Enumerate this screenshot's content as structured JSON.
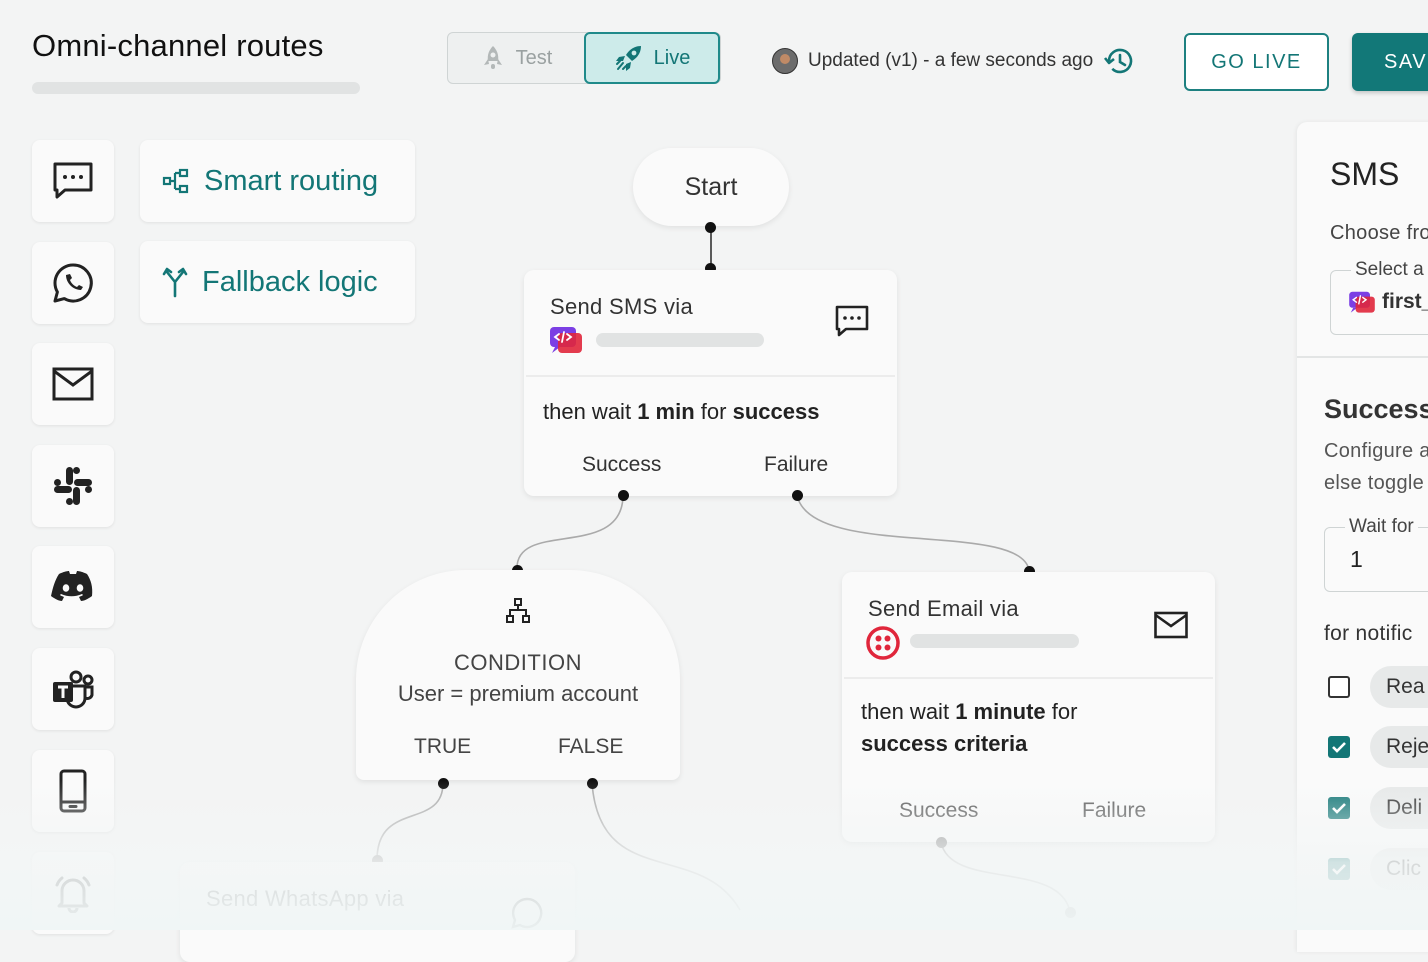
{
  "header": {
    "title": "Omni-channel routes",
    "mode_toggle": {
      "test_label": "Test",
      "live_label": "Live",
      "active": "Live"
    },
    "updated_text": "Updated (v1) - a few seconds ago",
    "go_live_label": "GO LIVE",
    "save_label": "SAVE"
  },
  "channels": [
    {
      "name": "sms",
      "icon": "sms-icon"
    },
    {
      "name": "whatsapp",
      "icon": "whatsapp-icon"
    },
    {
      "name": "email",
      "icon": "email-icon"
    },
    {
      "name": "slack",
      "icon": "slack-icon"
    },
    {
      "name": "discord",
      "icon": "discord-icon"
    },
    {
      "name": "teams",
      "icon": "teams-icon"
    },
    {
      "name": "push",
      "icon": "mobile-icon"
    },
    {
      "name": "in-app",
      "icon": "bell-icon"
    }
  ],
  "features": [
    {
      "label": "Smart routing",
      "icon": "routing-icon"
    },
    {
      "label": "Fallback logic",
      "icon": "fallback-icon"
    }
  ],
  "flow": {
    "start_label": "Start",
    "sms_node": {
      "title": "Send SMS via",
      "wait_prefix": "then wait",
      "wait_value": "1 min",
      "wait_middle": "for",
      "wait_target": "success",
      "success_label": "Success",
      "failure_label": "Failure"
    },
    "condition_node": {
      "title": "CONDITION",
      "expression": "User = premium account",
      "true_label": "TRUE",
      "false_label": "FALSE"
    },
    "email_node": {
      "title": "Send Email via",
      "wait_prefix": "then wait",
      "wait_value": "1 minute",
      "wait_middle": "for",
      "wait_target": "success criteria",
      "success_label": "Success",
      "failure_label": "Failure"
    },
    "whatsapp_node": {
      "title": "Send WhatsApp via"
    }
  },
  "panel": {
    "title": "SMS",
    "choose_text": "Choose fro",
    "select_legend": "Select a",
    "selected_vendor": "first_",
    "success_heading": "Success",
    "configure_text": "Configure a",
    "configure_text_2": "else toggle",
    "wait_legend": "Wait for",
    "wait_value": "1",
    "notification_text": "for notific",
    "statuses": [
      {
        "label": "Rea",
        "checked": false
      },
      {
        "label": "Reje",
        "checked": true
      },
      {
        "label": "Deli",
        "checked": true
      },
      {
        "label": "Clic",
        "checked": true
      }
    ]
  },
  "colors": {
    "accent": "#137676",
    "accent_light": "#cdebea",
    "background": "#f3f4f4",
    "twilio_red": "#e0263b"
  }
}
